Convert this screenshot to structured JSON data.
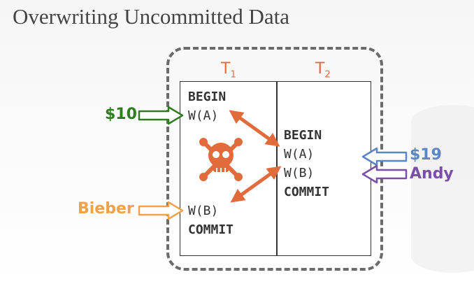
{
  "title": "Overwriting Uncommitted Data",
  "t1": {
    "label": "T",
    "sub": "1",
    "ops": [
      "BEGIN",
      "W(A)",
      "W(B)",
      "COMMIT"
    ]
  },
  "t2": {
    "label": "T",
    "sub": "2",
    "ops": [
      "BEGIN",
      "W(A)",
      "W(B)",
      "COMMIT"
    ]
  },
  "values": {
    "t1_write_a": "$10",
    "t1_write_b": "Bieber",
    "t2_write_a": "$19",
    "t2_write_b": "Andy"
  },
  "colors": {
    "accent": "#e26b3c",
    "green": "#2e7d1e",
    "orange": "#f0a24a",
    "blue": "#5a86c5",
    "purple": "#7a4fa8",
    "text": "#333333"
  },
  "icons": {
    "conflict": "skull-crossbones-icon"
  }
}
